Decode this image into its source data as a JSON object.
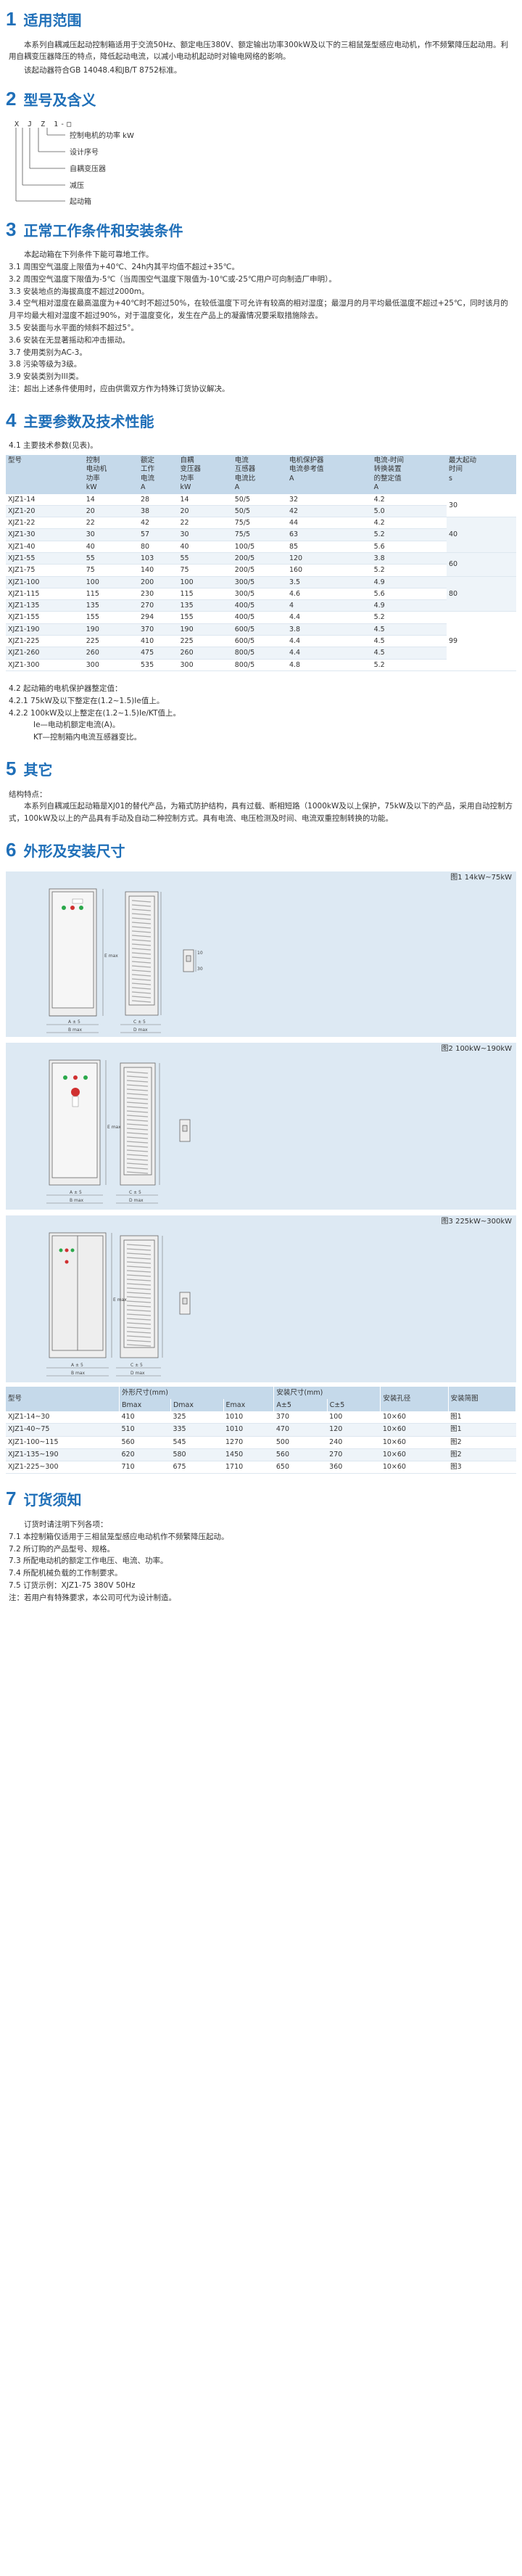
{
  "s1": {
    "num": "1",
    "title": "适用范围",
    "p1": "本系列自耦减压起动控制箱适用于交流50Hz、额定电压380V、额定输出功率300kW及以下的三相鼠笼型感应电动机，作不频繁降压起动用。利用自耦变压器降压的特点，降低起动电流，以减小电动机起动时对输电网络的影响。",
    "p2": "该起动器符合GB 14048.4和JB/T 8752标准。"
  },
  "s2": {
    "num": "2",
    "title": "型号及含义",
    "code": "X J Z 1-□",
    "labels": [
      "控制电机的功率 kW",
      "设计序号",
      "自耦变压器",
      "减压",
      "起动箱"
    ]
  },
  "s3": {
    "num": "3",
    "title": "正常工作条件和安装条件",
    "intro": "本起动箱在下列条件下能可靠地工作。",
    "items": [
      "3.1 周围空气温度上限值为+40℃、24h内其平均值不超过+35℃。",
      "3.2 周围空气温度下限值为-5℃（当周围空气温度下限值为-10℃或-25℃用户可向制造厂申明）。",
      "3.3 安装地点的海拔高度不超过2000m。",
      "3.4 空气相对湿度在最高温度为+40℃时不超过50%，在较低温度下可允许有较高的相对湿度；最湿月的月平均最低温度不超过+25℃，同时该月的月平均最大相对湿度不超过90%，对于温度变化，发生在产品上的凝露情况要采取措施除去。",
      "3.5 安装面与水平面的倾斜不超过5°。",
      "3.6 安装在无显著摇动和冲击振动。",
      "3.7 使用类别为AC-3。",
      "3.8 污染等级为3级。",
      "3.9 安装类别为III类。"
    ],
    "note": "注：超出上述条件使用时，应由供需双方作为特殊订货协议解决。"
  },
  "s4": {
    "num": "4",
    "title": "主要参数及技术性能",
    "sub": "4.1 主要技术参数(见表)。",
    "headers": [
      [
        "型号"
      ],
      [
        "控制",
        "电动机",
        "功率",
        "kW"
      ],
      [
        "额定",
        "工作",
        "电流",
        "A"
      ],
      [
        "自耦",
        "变压器",
        "功率",
        "kW"
      ],
      [
        "电流",
        "互感器",
        "电流比",
        "A"
      ],
      [
        "电机保护器",
        "电流参考值",
        "A"
      ],
      [
        "电流-时间",
        "转换装置",
        "的整定值",
        "A"
      ],
      [
        "最大起动",
        "时间",
        "s"
      ]
    ],
    "rows": [
      [
        "XJZ1-14",
        "14",
        "28",
        "14",
        "50/5",
        "32",
        "4.2"
      ],
      [
        "XJZ1-20",
        "20",
        "38",
        "20",
        "50/5",
        "42",
        "5.0"
      ],
      [
        "XJZ1-22",
        "22",
        "42",
        "22",
        "75/5",
        "44",
        "4.2"
      ],
      [
        "XJZ1-30",
        "30",
        "57",
        "30",
        "75/5",
        "63",
        "5.2"
      ],
      [
        "XJZ1-40",
        "40",
        "80",
        "40",
        "100/5",
        "85",
        "5.6"
      ],
      [
        "XJZ1-55",
        "55",
        "103",
        "55",
        "200/5",
        "120",
        "3.8"
      ],
      [
        "XJZ1-75",
        "75",
        "140",
        "75",
        "200/5",
        "160",
        "5.2"
      ],
      [
        "XJZ1-100",
        "100",
        "200",
        "100",
        "300/5",
        "3.5",
        "4.9"
      ],
      [
        "XJZ1-115",
        "115",
        "230",
        "115",
        "300/5",
        "4.6",
        "5.6"
      ],
      [
        "XJZ1-135",
        "135",
        "270",
        "135",
        "400/5",
        "4",
        "4.9"
      ],
      [
        "XJZ1-155",
        "155",
        "294",
        "155",
        "400/5",
        "4.4",
        "5.2"
      ],
      [
        "XJZ1-190",
        "190",
        "370",
        "190",
        "600/5",
        "3.8",
        "4.5"
      ],
      [
        "XJZ1-225",
        "225",
        "410",
        "225",
        "600/5",
        "4.4",
        "4.5"
      ],
      [
        "XJZ1-260",
        "260",
        "475",
        "260",
        "800/5",
        "4.4",
        "4.5"
      ],
      [
        "XJZ1-300",
        "300",
        "535",
        "300",
        "800/5",
        "4.8",
        "5.2"
      ]
    ],
    "start_times": [
      "30",
      "40",
      "60",
      "80",
      "99"
    ],
    "notes": [
      "4.2 起动箱的电机保护器整定值：",
      "4.2.1 75kW及以下整定在(1.2~1.5)Ie值上。",
      "4.2.2 100kW及以上整定在(1.2~1.5)Ie/KT值上。",
      "Ie—电动机额定电流(A)。",
      "KT—控制箱内电流互感器变比。"
    ]
  },
  "s5": {
    "num": "5",
    "title": "其它",
    "head": "结构特点：",
    "body": "本系列自耦减压起动箱是XJ01的替代产品，为箱式防护结构，具有过载、断相短路（1000kW及以上保护，75kW及以下的产品，采用自动控制方式，100kW及以上的产品具有手动及自动二种控制方式。具有电流、电压检测及时间、电流双重控制转换的功能。"
  },
  "s6": {
    "num": "6",
    "title": "外形及安装尺寸",
    "fig1": "图1 14kW~75kW",
    "fig2": "图2 100kW~190kW",
    "fig3": "图3 225kW~300kW",
    "dims": {
      "B_max": "B max",
      "A_pm": "A ± 5",
      "C_pm": "C ± 5",
      "E_max": "E max",
      "D_max": "D max",
      "B_small": "B",
      "A_small": "A",
      "C_small": "C",
      "ten": "10",
      "thirty": "30"
    },
    "table_headers": {
      "model": "型号",
      "outer": "外形尺寸(mm)",
      "install": "安装尺寸(mm)",
      "hole": "安装孔径",
      "way": "安装简图",
      "bmax": "Bmax",
      "dmax": "Dmax",
      "emax": "Emax",
      "a": "A±5",
      "c": "C±5"
    },
    "rows": [
      [
        "XJZ1-14~30",
        "410",
        "325",
        "1010",
        "370",
        "100",
        "10×60",
        "图1"
      ],
      [
        "XJZ1-40~75",
        "510",
        "335",
        "1010",
        "470",
        "120",
        "10×60",
        "图1"
      ],
      [
        "XJZ1-100~115",
        "560",
        "545",
        "1270",
        "500",
        "240",
        "10×60",
        "图2"
      ],
      [
        "XJZ1-135~190",
        "620",
        "580",
        "1450",
        "560",
        "270",
        "10×60",
        "图2"
      ],
      [
        "XJZ1-225~300",
        "710",
        "675",
        "1710",
        "650",
        "360",
        "10×60",
        "图3"
      ]
    ]
  },
  "s7": {
    "num": "7",
    "title": "订货须知",
    "intro": "订货时请注明下列各项：",
    "items": [
      "7.1 本控制箱仅适用于三相鼠笼型感应电动机作不频繁降压起动。",
      "7.2 所订购的产品型号、规格。",
      "7.3 所配电动机的额定工作电压、电流、功率。",
      "7.4 所配机械负载的工作制要求。",
      "7.5 订货示例：XJZ1-75  380V  50Hz"
    ],
    "note": "注：若用户有特殊要求，本公司可代为设计制造。"
  }
}
